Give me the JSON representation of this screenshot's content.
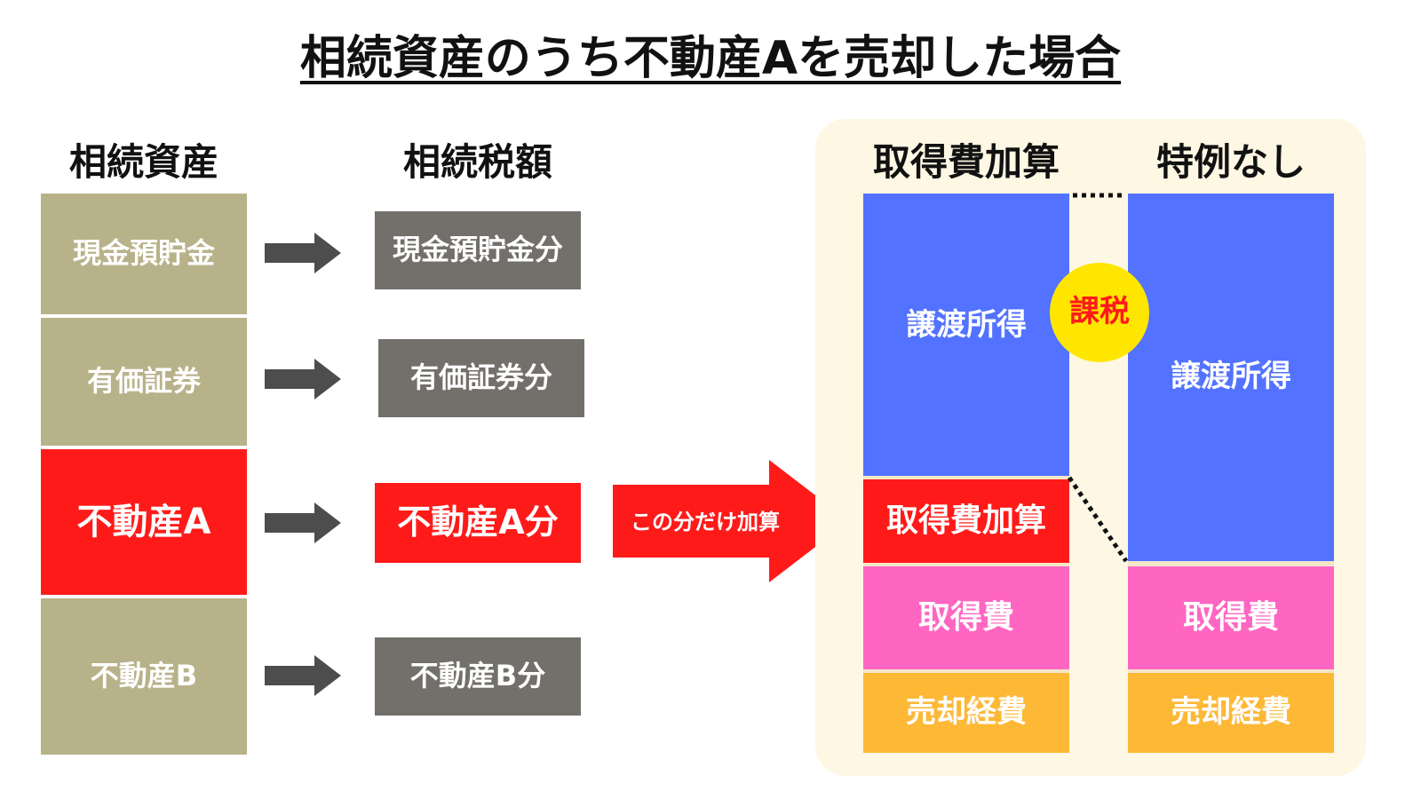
{
  "title": "相続資産のうち不動産Aを売却した場合",
  "columns": {
    "assets": "相続資産",
    "tax": "相続税額",
    "with_special": "取得費加算",
    "without_special": "特例なし"
  },
  "assets": {
    "cash": "現金預貯金",
    "securities": "有価証券",
    "real_estate_a": "不動産A",
    "real_estate_b": "不動産B"
  },
  "tax_shares": {
    "cash": "現金預貯金分",
    "securities": "有価証券分",
    "real_estate_a": "不動産A分",
    "real_estate_b": "不動産B分"
  },
  "add_arrow_label": "この分だけ加算",
  "bars": {
    "transfer_income": "譲渡所得",
    "acquisition_addition": "取得費加算",
    "acquisition_cost": "取得費",
    "sale_expense": "売却経費"
  },
  "taxation_badge": "課税",
  "colors": {
    "asset": "#b8b28a",
    "tax": "#73706b",
    "highlight": "#ff1a1a",
    "transfer_income": "#5272ff",
    "acquisition_cost": "#ff66c2",
    "sale_expense": "#fdb836",
    "badge": "#ffe600",
    "panel": "#fdf7e3"
  }
}
